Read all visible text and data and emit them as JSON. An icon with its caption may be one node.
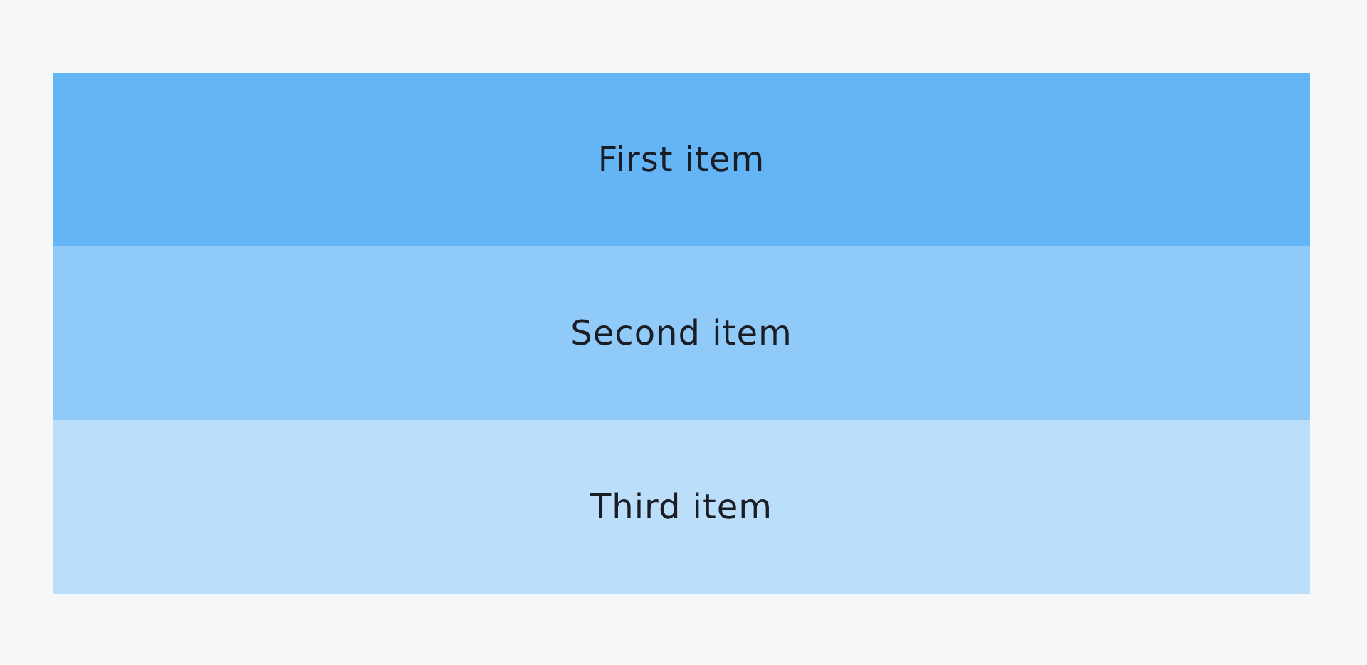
{
  "diagram": {
    "nodes": [
      {
        "text": [
          "First item"
        ]
      },
      {
        "text": [
          "Second item"
        ]
      },
      {
        "text": [
          "Third item"
        ]
      }
    ]
  }
}
